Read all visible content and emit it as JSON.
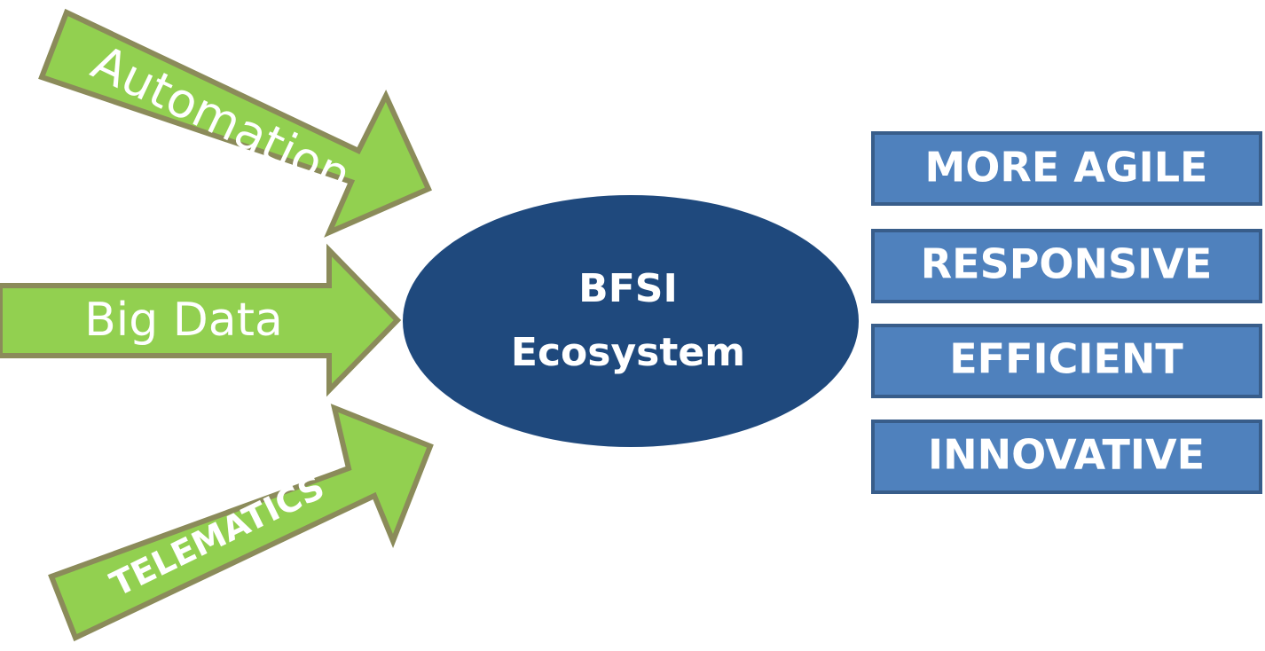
{
  "colors": {
    "arrow_fill": "#92d050",
    "arrow_stroke": "#8b8b5a",
    "hub_fill": "#1f497d",
    "outcome_fill": "#4f81bd",
    "outcome_stroke": "#385d8a",
    "text": "#ffffff"
  },
  "inputs": [
    {
      "label": "Automation"
    },
    {
      "label": "Big Data"
    },
    {
      "label": "TELEMATICS"
    }
  ],
  "hub": {
    "line1": "BFSI",
    "line2": "Ecosystem"
  },
  "outcomes": [
    {
      "label": "MORE AGILE"
    },
    {
      "label": "RESPONSIVE"
    },
    {
      "label": "EFFICIENT"
    },
    {
      "label": "INNOVATIVE"
    }
  ]
}
